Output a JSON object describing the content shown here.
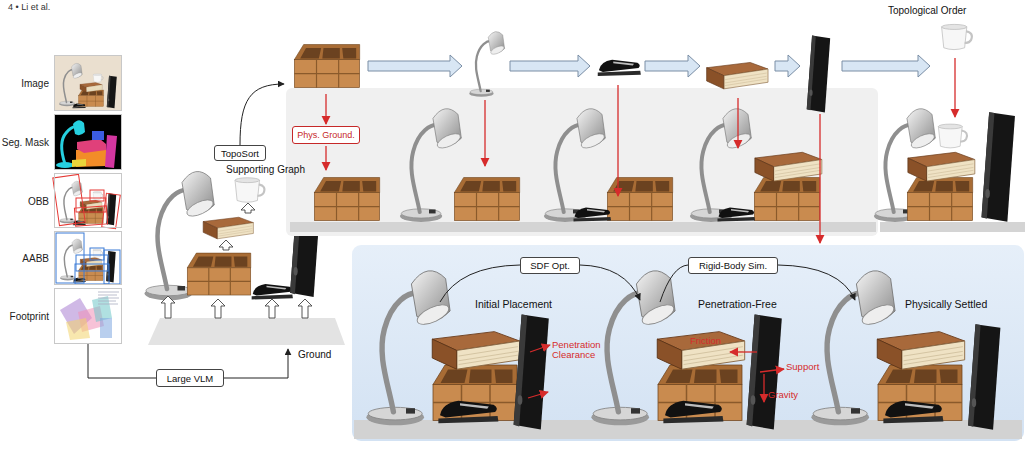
{
  "diagram": {
    "nodes": [
      {
        "text": [
          "Image"
        ]
      },
      {
        "text": [
          "Seg. Mask"
        ]
      },
      {
        "text": [
          "OBB"
        ]
      },
      {
        "text": [
          "AABB"
        ]
      },
      {
        "text": [
          "Footprint"
        ]
      },
      {
        "text": [
          "Large VLM"
        ]
      },
      {
        "text": [
          "TopoSort"
        ]
      },
      {
        "text": [
          "Phys. Ground."
        ]
      },
      {
        "text": [
          "Initial Placement",
          "Penetration-Free",
          "Physically Settled"
        ]
      },
      {
        "text": [
          "SDF Opt."
        ],
        "in": 8
      },
      {
        "text": [
          "Rigid-Body Sim."
        ],
        "in": 8
      }
    ],
    "edges": [
      {
        "from": 4,
        "to": 5,
        "arrow": "none"
      }
    ],
    "labels": [
      "4 • Li et al.",
      "Supporting Graph",
      "Ground",
      "Topological Order",
      "Penetration Clearance",
      "Friction",
      "Support",
      "Gravity"
    ]
  }
}
